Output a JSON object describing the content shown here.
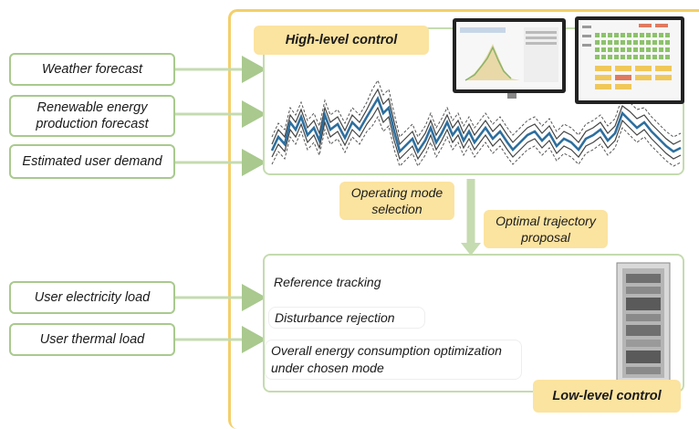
{
  "inputs_top": [
    {
      "label": "Weather forecast"
    },
    {
      "label": "Renewable energy\nproduction forecast"
    },
    {
      "label": "Estimated user demand"
    }
  ],
  "inputs_bottom": [
    {
      "label": "User electricity load"
    },
    {
      "label": "User thermal load"
    }
  ],
  "high_level": {
    "title": "High-level control"
  },
  "low_level": {
    "title": "Low-level control",
    "items": [
      "Reference tracking",
      "Disturbance rejection",
      "Overall energy consumption optimization\nunder chosen mode"
    ]
  },
  "links": {
    "operating_mode": "Operating mode\nselection",
    "trajectory": "Optimal trajectory\nproposal"
  },
  "colors": {
    "frame": "#f4cf6a",
    "box_border": "#a9c98e",
    "panel_border": "#c5dbb0",
    "tag_fill": "#fbe3a0",
    "series_main": "#2e6f9e",
    "series_band": "#555555"
  }
}
